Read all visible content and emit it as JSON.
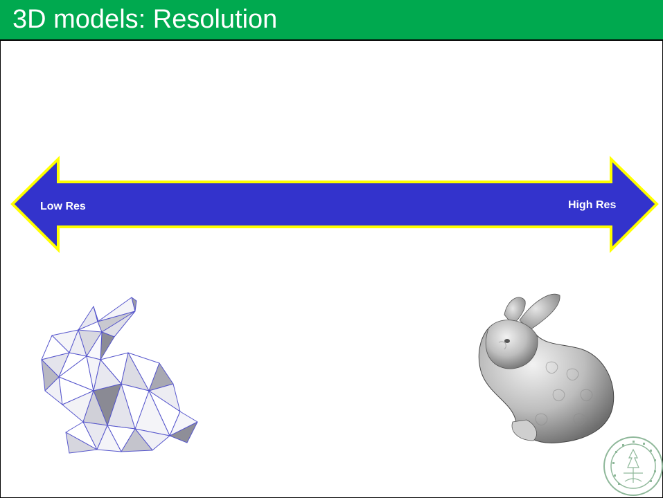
{
  "slide": {
    "title": "3D models: Resolution"
  },
  "arrow": {
    "left_label": "Low Res",
    "right_label": "High Res",
    "fill_color": "#3333cc",
    "outline_color": "#ffff00"
  },
  "images": {
    "low_res": "low-poly-bunny",
    "high_res": "high-poly-bunny",
    "seal": "university-seal"
  },
  "colors": {
    "title_bar": "#00a94f",
    "title_text": "#ffffff"
  }
}
